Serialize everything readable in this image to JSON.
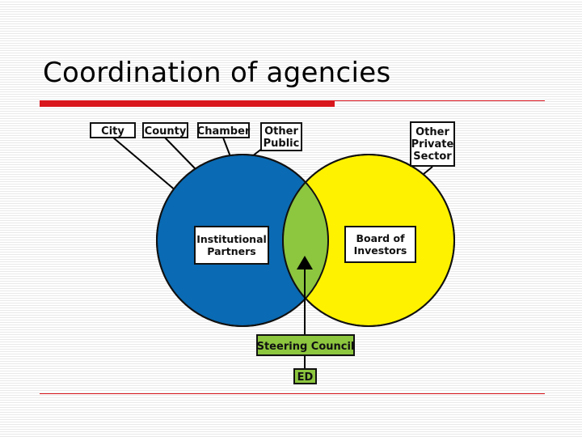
{
  "slide": {
    "title": "Coordination of agencies"
  },
  "diagram": {
    "public_boxes": {
      "city": "City",
      "county": "County",
      "chamber": "Chamber",
      "other_public": [
        "Other",
        "Public"
      ]
    },
    "private_box": [
      "Other",
      "Private",
      "Sector"
    ],
    "left_circle_label": [
      "Institutional",
      "Partners"
    ],
    "right_circle_label": [
      "Board of",
      "Investors"
    ],
    "steering_council": "Steering Council",
    "ed": "ED",
    "colors": {
      "left_circle": "#0a6ab3",
      "right_circle": "#fff200",
      "overlap": "#8dc63f",
      "green_box": "#8dc63f",
      "accent_red": "#d9161c"
    }
  }
}
